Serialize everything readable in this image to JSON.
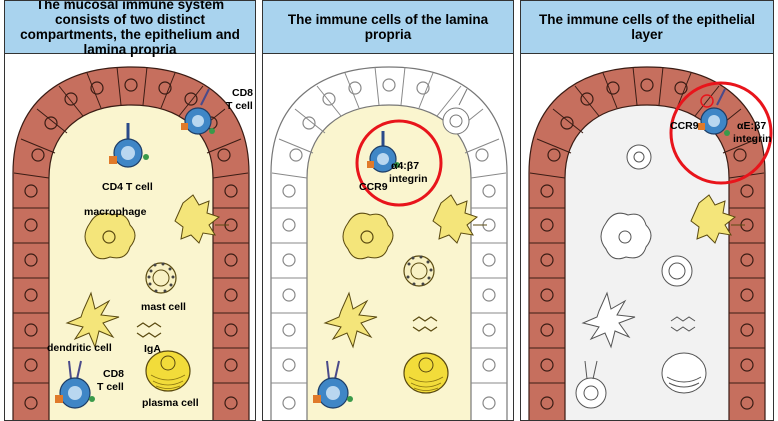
{
  "panels": [
    {
      "title": "The mucosal immune system consists of two distinct compartments, the epithelium and lamina propria",
      "labels": {
        "cd8_top_line1": "CD8",
        "cd8_top_line2": "T cell",
        "cd4": "CD4 T cell",
        "macrophage": "macrophage",
        "mast_cell": "mast cell",
        "dendritic_cell": "dendritic cell",
        "iga": "IgA",
        "cd8_bottom_line1": "CD8",
        "cd8_bottom_line2": "T cell",
        "plasma_cell": "plasma cell"
      }
    },
    {
      "title": "The immune cells of the lamina propria",
      "labels": {
        "ccr9": "CCR9",
        "integrin_line1": "α4:β7",
        "integrin_line2": "integrin"
      }
    },
    {
      "title": "The immune cells of the epithelial layer",
      "labels": {
        "ccr9": "CCR9",
        "integrin_line1": "αE:β7",
        "integrin_line2": "integrin"
      }
    }
  ],
  "colors": {
    "header_bg": "#a9d3ee",
    "epithelium": "#c66f5e",
    "lamina_propria": "#faf5cf",
    "lamina_propria_faded": "#f2f2f2",
    "highlight_circle": "#e8141b",
    "t_cell": "#3f86c6"
  }
}
